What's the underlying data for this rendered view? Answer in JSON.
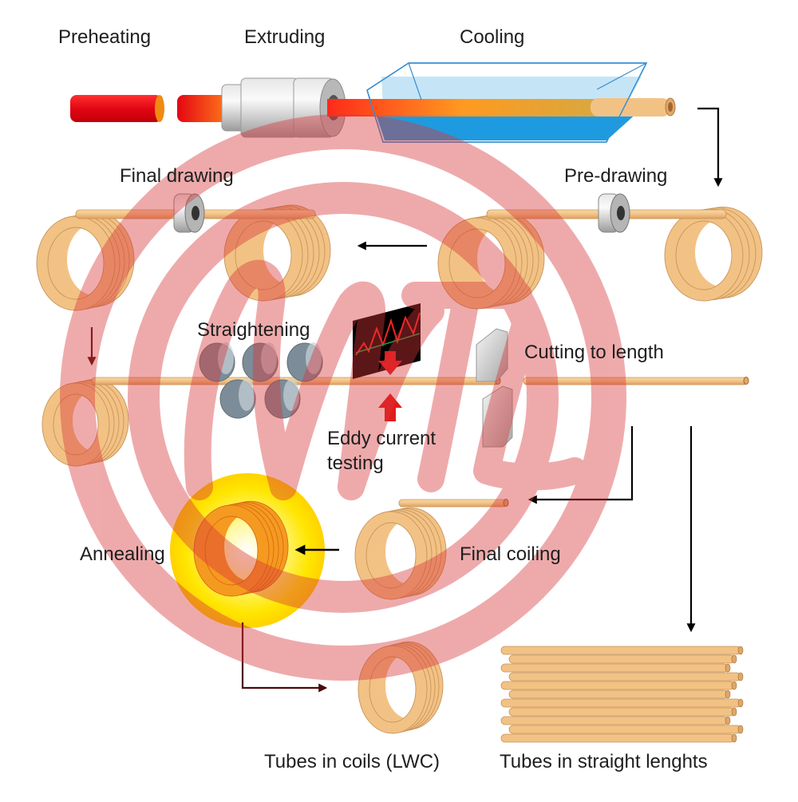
{
  "diagram": {
    "title": "Copper tube manufacturing process",
    "steps": {
      "preheating": "Preheating",
      "extruding": "Extruding",
      "cooling": "Cooling",
      "pre_drawing": "Pre-drawing",
      "final_drawing": "Final drawing",
      "straightening": "Straightening",
      "eddy_current_line1": "Eddy current",
      "eddy_current_line2": "testing",
      "cutting": "Cutting to length",
      "annealing": "Annealing",
      "final_coiling": "Final coiling",
      "tubes_coils": "Tubes in coils (LWC)",
      "tubes_straight": "Tubes in straight lenghts"
    },
    "flow": [
      {
        "from": "Preheating",
        "to": "Extruding"
      },
      {
        "from": "Extruding",
        "to": "Cooling"
      },
      {
        "from": "Cooling",
        "to": "Pre-drawing"
      },
      {
        "from": "Pre-drawing",
        "to": "Final drawing"
      },
      {
        "from": "Final drawing",
        "to": "Straightening"
      },
      {
        "from": "Straightening",
        "to": "Eddy current testing"
      },
      {
        "from": "Eddy current testing",
        "to": "Cutting to length"
      },
      {
        "from": "Cutting to length",
        "to": "Final coiling"
      },
      {
        "from": "Cutting to length",
        "to": "Tubes in straight lenghts"
      },
      {
        "from": "Final coiling",
        "to": "Annealing"
      },
      {
        "from": "Annealing",
        "to": "Tubes in coils (LWC)"
      }
    ],
    "icons": [
      "billet-icon",
      "extruder-die-icon",
      "cooling-trough-icon",
      "drawing-die-icon",
      "coil-icon",
      "straightening-rollers-icon",
      "eddy-current-monitor-icon",
      "cutter-blade-icon",
      "annealing-furnace-icon",
      "straight-tubes-bundle-icon",
      "flow-arrow-icon"
    ],
    "colors": {
      "copper": "#f2c285",
      "copper_outline": "#c8945a",
      "hot_billet": "#e30613",
      "cooling_water": "#1e9be0",
      "annealing_glow": "#ffe600",
      "arrow": "#000000",
      "watermark": "#d9363a"
    },
    "watermark": {
      "text": "MTL"
    }
  }
}
